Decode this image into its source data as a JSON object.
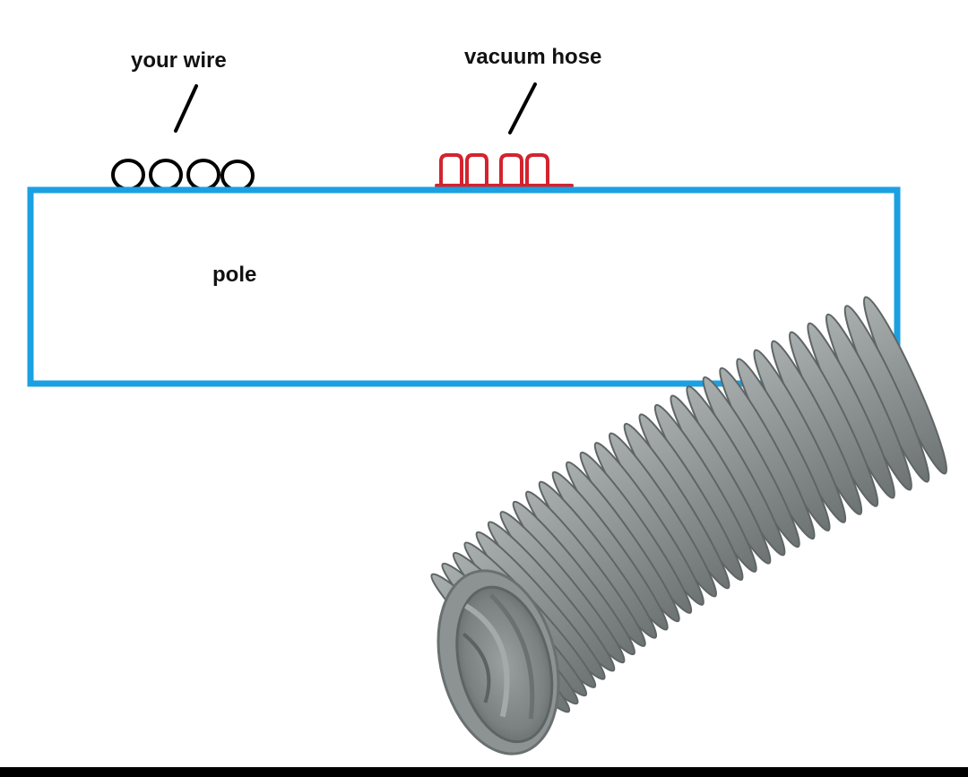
{
  "labels": {
    "wire": "your wire",
    "hose": "vacuum hose",
    "pole": "pole"
  },
  "colors": {
    "pole_outline": "#1ba1e2",
    "wire_stroke": "#000000",
    "hose_profile": "#d4232e",
    "hose_body": "#8c9191",
    "background": "#ffffff",
    "bottom_bar": "#000000"
  },
  "icons": {
    "wire_coils": "wire-coils-icon",
    "hose_profile": "hose-profile-icon",
    "hose_photo": "vacuum-hose-photo"
  }
}
